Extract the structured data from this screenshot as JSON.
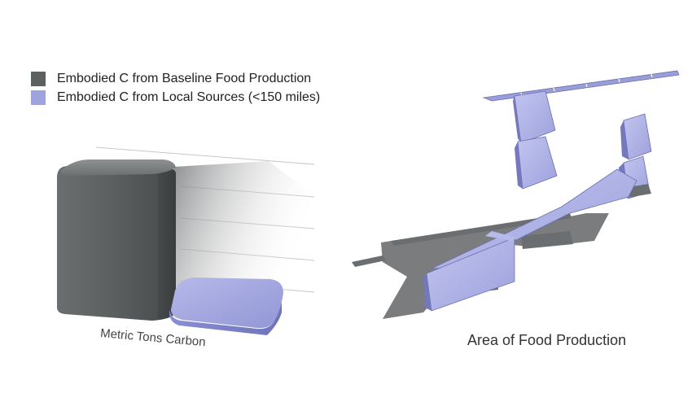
{
  "legend": [
    {
      "label": "Embodied C from Baseline Food Production",
      "color": "#5c6061"
    },
    {
      "label": "Embodied C from Local Sources (<150 miles)",
      "color": "#9fa3dd"
    }
  ],
  "xlabel": "Metric Tons Carbon",
  "caption": "Area of Food Production",
  "chart_data": {
    "type": "bar",
    "categories": [
      "Embodied C from Baseline Food Production",
      "Embodied C from Local Sources (<150 miles)"
    ],
    "values": [
      100,
      20
    ],
    "title": "",
    "xlabel": "Metric Tons Carbon",
    "ylabel": "",
    "grid": true,
    "legend": "top-left"
  },
  "colors": {
    "baseline": "#5c6061",
    "local": "#9fa3dd",
    "local_dark": "#6d70b0",
    "shadow": "#6b6e70"
  },
  "icons": [
    "3d-bar-chart-graphic",
    "food-production-area-diagram"
  ]
}
